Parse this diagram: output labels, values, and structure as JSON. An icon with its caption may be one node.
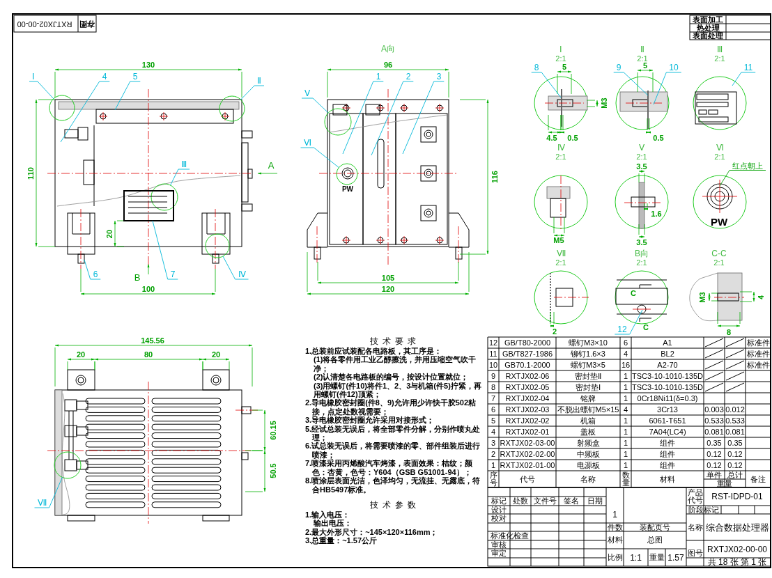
{
  "diagram": {
    "nodes": [
      {
        "text": [
          "Ⅰ"
        ]
      },
      {
        "text": [
          "4"
        ]
      },
      {
        "text": [
          "5"
        ]
      },
      {
        "text": [
          "Ⅱ"
        ]
      },
      {
        "text": [
          "Ⅲ"
        ]
      },
      {
        "text": [
          "6"
        ]
      },
      {
        "text": [
          "7"
        ]
      },
      {
        "text": [
          "Ⅳ"
        ]
      },
      {
        "text": [
          "Ⅴ"
        ]
      },
      {
        "text": [
          "1"
        ]
      },
      {
        "text": [
          "2"
        ]
      },
      {
        "text": [
          "3"
        ]
      },
      {
        "text": [
          "Ⅵ"
        ]
      },
      {
        "text": [
          "8"
        ]
      },
      {
        "text": [
          "9"
        ]
      },
      {
        "text": [
          "10"
        ]
      },
      {
        "text": [
          "11"
        ]
      },
      {
        "text": [
          "红点朝上"
        ]
      },
      {
        "text": [
          "12"
        ]
      },
      {
        "text": [
          "Ⅶ"
        ]
      },
      {
        "text": [],
        "shape": "circle"
      },
      {
        "text": [],
        "shape": "circle"
      },
      {
        "text": [],
        "shape": "circle"
      },
      {
        "text": [],
        "shape": "circle"
      },
      {
        "text": [],
        "shape": "circle"
      },
      {
        "text": [],
        "shape": "circle"
      },
      {
        "text": [],
        "shape": "circle"
      },
      {
        "text": [],
        "shape": "box"
      }
    ],
    "edges": [
      {
        "from": 0,
        "to": 20,
        "arrow": "none"
      },
      {
        "from": 1,
        "to": null,
        "arrow": "none"
      },
      {
        "from": 2,
        "to": null,
        "arrow": "none"
      },
      {
        "from": 3,
        "to": 21,
        "arrow": "none"
      },
      {
        "from": 4,
        "to": 22,
        "arrow": "none"
      },
      {
        "from": 5,
        "to": null,
        "arrow": "none"
      },
      {
        "from": 6,
        "to": 27,
        "arrow": "none"
      },
      {
        "from": 7,
        "to": 23,
        "arrow": "none"
      },
      {
        "from": 8,
        "to": 24,
        "arrow": "none"
      },
      {
        "from": 9,
        "to": null,
        "arrow": "none"
      },
      {
        "from": 10,
        "to": null,
        "arrow": "none"
      },
      {
        "from": 11,
        "to": null,
        "arrow": "none"
      },
      {
        "from": 12,
        "to": 25,
        "arrow": "none"
      },
      {
        "from": 13,
        "to": null,
        "arrow": "none"
      },
      {
        "from": 14,
        "to": null,
        "arrow": "none"
      },
      {
        "from": 15,
        "to": null,
        "arrow": "none"
      },
      {
        "from": 16,
        "to": null,
        "arrow": "none"
      },
      {
        "from": 17,
        "to": null,
        "arrow": "none",
        "color": "#00a000"
      },
      {
        "from": 18,
        "to": null,
        "arrow": "none"
      },
      {
        "from": 19,
        "to": 26,
        "arrow": "none"
      }
    ],
    "labels": [
      "RXTJX02-00-00",
      "存图",
      "表面加工",
      "热处理",
      "表面处理",
      "A向",
      "130",
      "110",
      "20",
      "100",
      "A",
      "B",
      "96",
      "116",
      "105",
      "120",
      "Ⅰ",
      "2:1",
      "Ⅱ",
      "2:1",
      "Ⅲ",
      "2:1",
      "5",
      "M3",
      "4.5",
      "0.5",
      "5",
      "0.5",
      "Ⅳ",
      "2:1",
      "Ⅴ",
      "2:1",
      "Ⅵ",
      "2:1",
      "M5",
      "3.5",
      "1.6",
      "3.5",
      "PW",
      "Ⅶ",
      "2:1",
      "B向",
      "2:1",
      "C-C",
      "2:1",
      "2",
      "C",
      "C",
      "M3",
      "4",
      "8",
      "145.56",
      "20",
      "80",
      "20",
      "60.15",
      "50.5",
      "PW",
      "技术要求",
      "1.总装前应试装配各电路板，其工序是：",
      "(1)将各零件用工业乙醇擦洗，并用压缩空气吹干净；",
      "(2)认清楚各电路板的编号，按设计位置就位；",
      "(3)用螺钉(件10)将件1、2、3与机箱(件5)拧紧，再用螺钉(件12)顶紧；",
      "2.导电橡胶密封圈(件8、9)允许用少许快干胶502粘接，点定处数视需要；",
      "3.导电橡胶密封圈允许采用对接形式；",
      "5.经试总装无误后，将全部零件分解，分别作喷丸处理；",
      "6.试总装无误后，将需要喷漆的零、部件组装后进行喷漆；",
      "7.喷漆采用丙烯酸汽车烤漆，表面效果：桔纹；颜色：杏黄，色号：Y604（GSB G51001-94）；",
      "8.喷涂层表面光洁，色泽均匀，无流挂、无露底，符合HB5497标准。",
      "技术参数",
      "1.输入电压：",
      "输出电压：",
      "2.最大外形尺寸：~145×120×116mm；",
      "3.总重量：~1.57公斤",
      "12",
      "GB/T80-2000",
      "螺钉M3×10",
      "6",
      "A1",
      "标准件",
      "11",
      "GB/T827-1986",
      "铆钉1.6×3",
      "4",
      "BL2",
      "标准件",
      "10",
      "GB70.1-2000",
      "螺钉M3×5",
      "16",
      "A2-70",
      "标准件",
      "9",
      "RXTJX02-06",
      "密封垫Ⅱ",
      "1",
      "TSC3-10-1010-135D",
      "8",
      "RXTJX02-05",
      "密封垫Ⅰ",
      "1",
      "TSC3-10-1010-135D",
      "7",
      "RXTJX02-04",
      "铭牌",
      "1",
      "0Cr18Ni11(δ=0.3)",
      "6",
      "RXTJX02-03",
      "不脱出螺钉M5×15",
      "4",
      "3Cr13",
      "0.003",
      "0.012",
      "5",
      "RXTJX02-02",
      "机箱",
      "1",
      "6061-T651",
      "0.533",
      "0.533",
      "4",
      "RXTJX02-01",
      "盖板",
      "1",
      "7A04(LC4)",
      "0.081",
      "0.081",
      "3",
      "RXTJX02-03-00",
      "射频盒",
      "1",
      "组件",
      "0.35",
      "0.35",
      "2",
      "RXTJX02-02-00",
      "中频板",
      "1",
      "组件",
      "0.12",
      "0.12",
      "1",
      "RXTJX02-01-00",
      "电源板",
      "1",
      "组件",
      "0.12",
      "0.12",
      "序号",
      "代号",
      "名称",
      "数量",
      "材料",
      "单件",
      "总计",
      "重量",
      "备注",
      "标记",
      "处数",
      "文件号",
      "签名",
      "日期",
      "设计",
      "校对",
      "标准化检查",
      "审核",
      "审定",
      "1",
      "件数",
      "装配页号",
      "材料",
      "总图",
      "比例",
      "1:1",
      "重量",
      "1.57",
      "产品代号",
      "RST-IDPD-01",
      "阶段标记",
      "名称",
      "综合数据处理器",
      "图号",
      "RXTJX02-00-00",
      "共 18 张 第 1 张"
    ]
  }
}
